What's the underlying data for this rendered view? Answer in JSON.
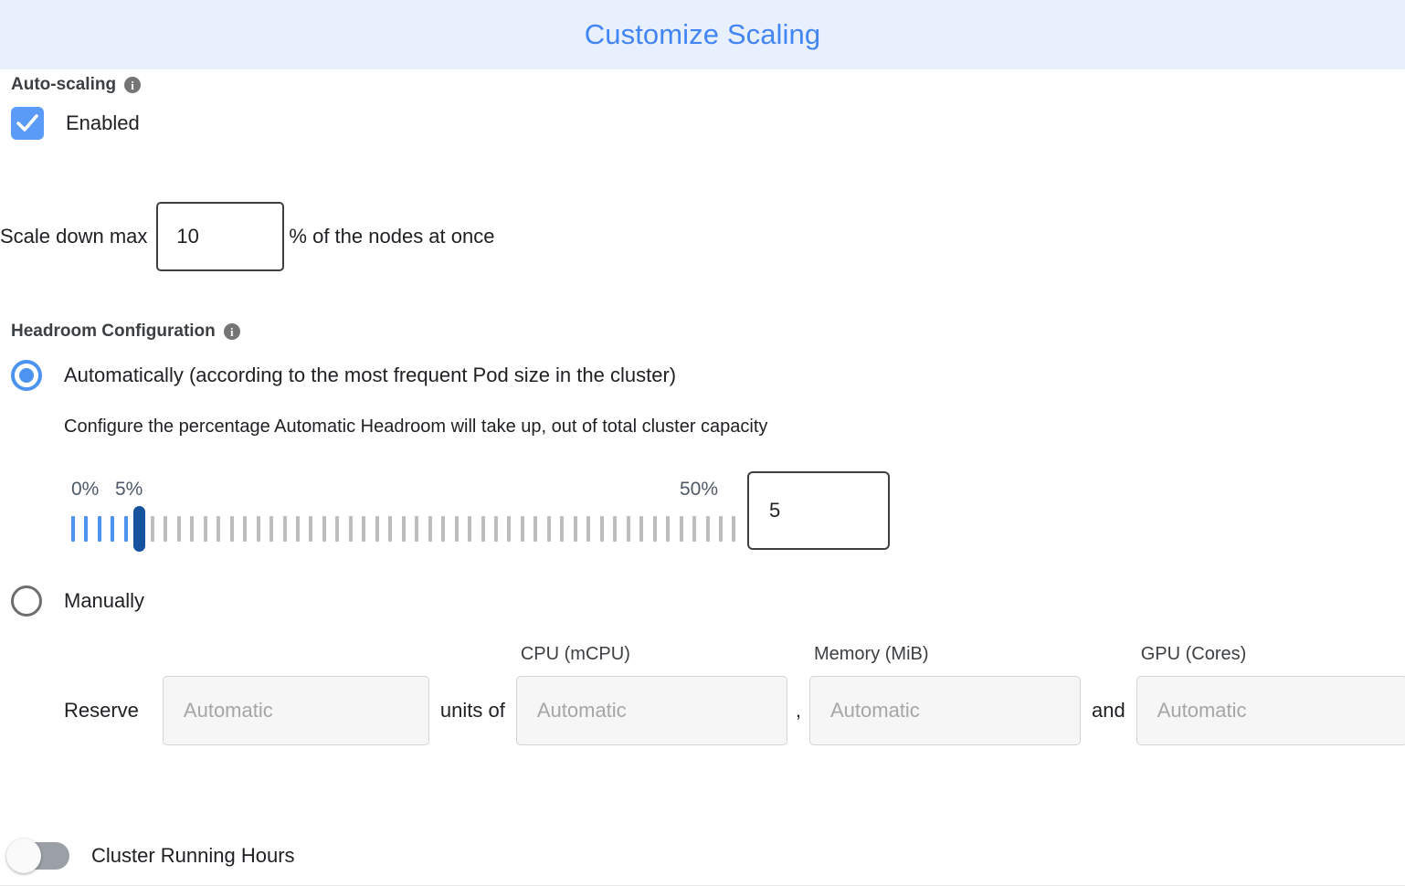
{
  "header": {
    "title": "Customize Scaling",
    "title_color": "#4285f4",
    "background_color": "#e9f0fd"
  },
  "autoscaling": {
    "heading": "Auto-scaling",
    "info_icon": "info-icon",
    "info_glyph": "i",
    "enabled_checkbox": {
      "label": "Enabled",
      "checked": true,
      "color": "#5b9bf8"
    },
    "scale_down": {
      "prefix_label": "Scale down max",
      "value": "10",
      "suffix_label": "% of the nodes at once"
    }
  },
  "headroom": {
    "heading": "Headroom Configuration",
    "info_icon": "info-icon",
    "info_glyph": "i",
    "options": [
      {
        "id": "automatic",
        "label": "Automatically (according to the most frequent Pod size in the cluster)",
        "selected": true,
        "helper": "Configure the percentage Automatic Headroom will take up, out of total cluster capacity"
      },
      {
        "id": "manual",
        "label": "Manually",
        "selected": false
      }
    ],
    "slider": {
      "min_label": "0%",
      "current_label": "5%",
      "max_label": "50%",
      "min": 0,
      "max": 50,
      "value": 5,
      "tick_count": 51,
      "active_color": "#4d94f0",
      "inactive_color": "#bdbdbd",
      "handle_color": "#15539e"
    },
    "value_input": {
      "value": "5"
    },
    "manual_fields": {
      "reserve_label": "Reserve",
      "units_label": "units of",
      "comma_separator": ",",
      "and_label": "and",
      "units_field": {
        "label": "",
        "placeholder": "Automatic",
        "value": ""
      },
      "cpu_field": {
        "label": "CPU (mCPU)",
        "placeholder": "Automatic",
        "value": ""
      },
      "memory_field": {
        "label": "Memory (MiB)",
        "placeholder": "Automatic",
        "value": ""
      },
      "gpu_field": {
        "label": "GPU (Cores)",
        "placeholder": "Automatic",
        "value": ""
      }
    }
  },
  "cluster_running_hours": {
    "label": "Cluster Running Hours",
    "enabled": false
  }
}
